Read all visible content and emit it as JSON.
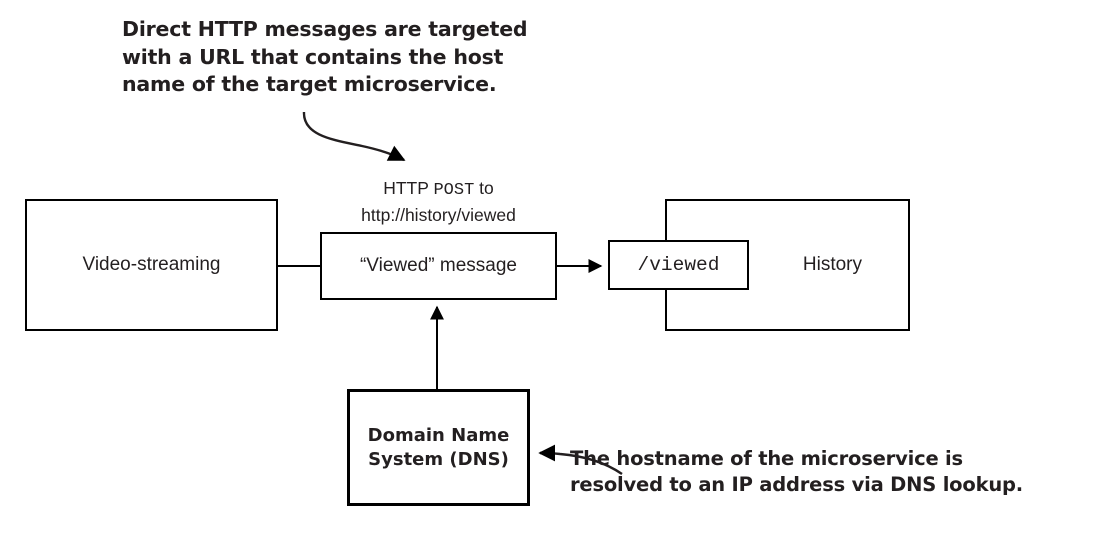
{
  "diagram": {
    "title": "Direct HTTP messaging between microservices with DNS resolution",
    "colors": {
      "ink": "#231f20",
      "stroke": "#000000",
      "background": "#ffffff"
    },
    "annotations": {
      "top": "Direct HTTP messages are targeted\nwith a URL that contains the host\nname of the target microservice.",
      "bottom": "The hostname of the microservice is\nresolved to an IP address via DNS lookup."
    },
    "boxes": {
      "video_streaming": "Video-streaming",
      "viewed_message": "“Viewed” message",
      "history": "History",
      "viewed_endpoint": "/viewed",
      "dns": "Domain Name\nSystem (DNS)"
    },
    "labels": {
      "http_method_prefix": "HTTP ",
      "http_method": "POST",
      "http_method_suffix": " to",
      "http_url": "http://history/viewed"
    },
    "connectors": [
      {
        "name": "video-streaming-to-viewed-message",
        "from": "Video-streaming",
        "to": "“Viewed” message",
        "style": "plain-line"
      },
      {
        "name": "viewed-message-to-viewed-endpoint",
        "from": "“Viewed” message",
        "to": "/viewed",
        "style": "arrow-right"
      },
      {
        "name": "dns-to-viewed-message",
        "from": "Domain Name System (DNS)",
        "to": "“Viewed” message",
        "style": "arrow-up"
      },
      {
        "name": "top-annotation-pointer",
        "from": "Direct HTTP messages annotation",
        "to": "HTTP POST label",
        "style": "curved-arrow"
      },
      {
        "name": "bottom-annotation-pointer",
        "from": "The hostname annotation",
        "to": "Domain Name System (DNS)",
        "style": "curved-arrow"
      }
    ]
  }
}
